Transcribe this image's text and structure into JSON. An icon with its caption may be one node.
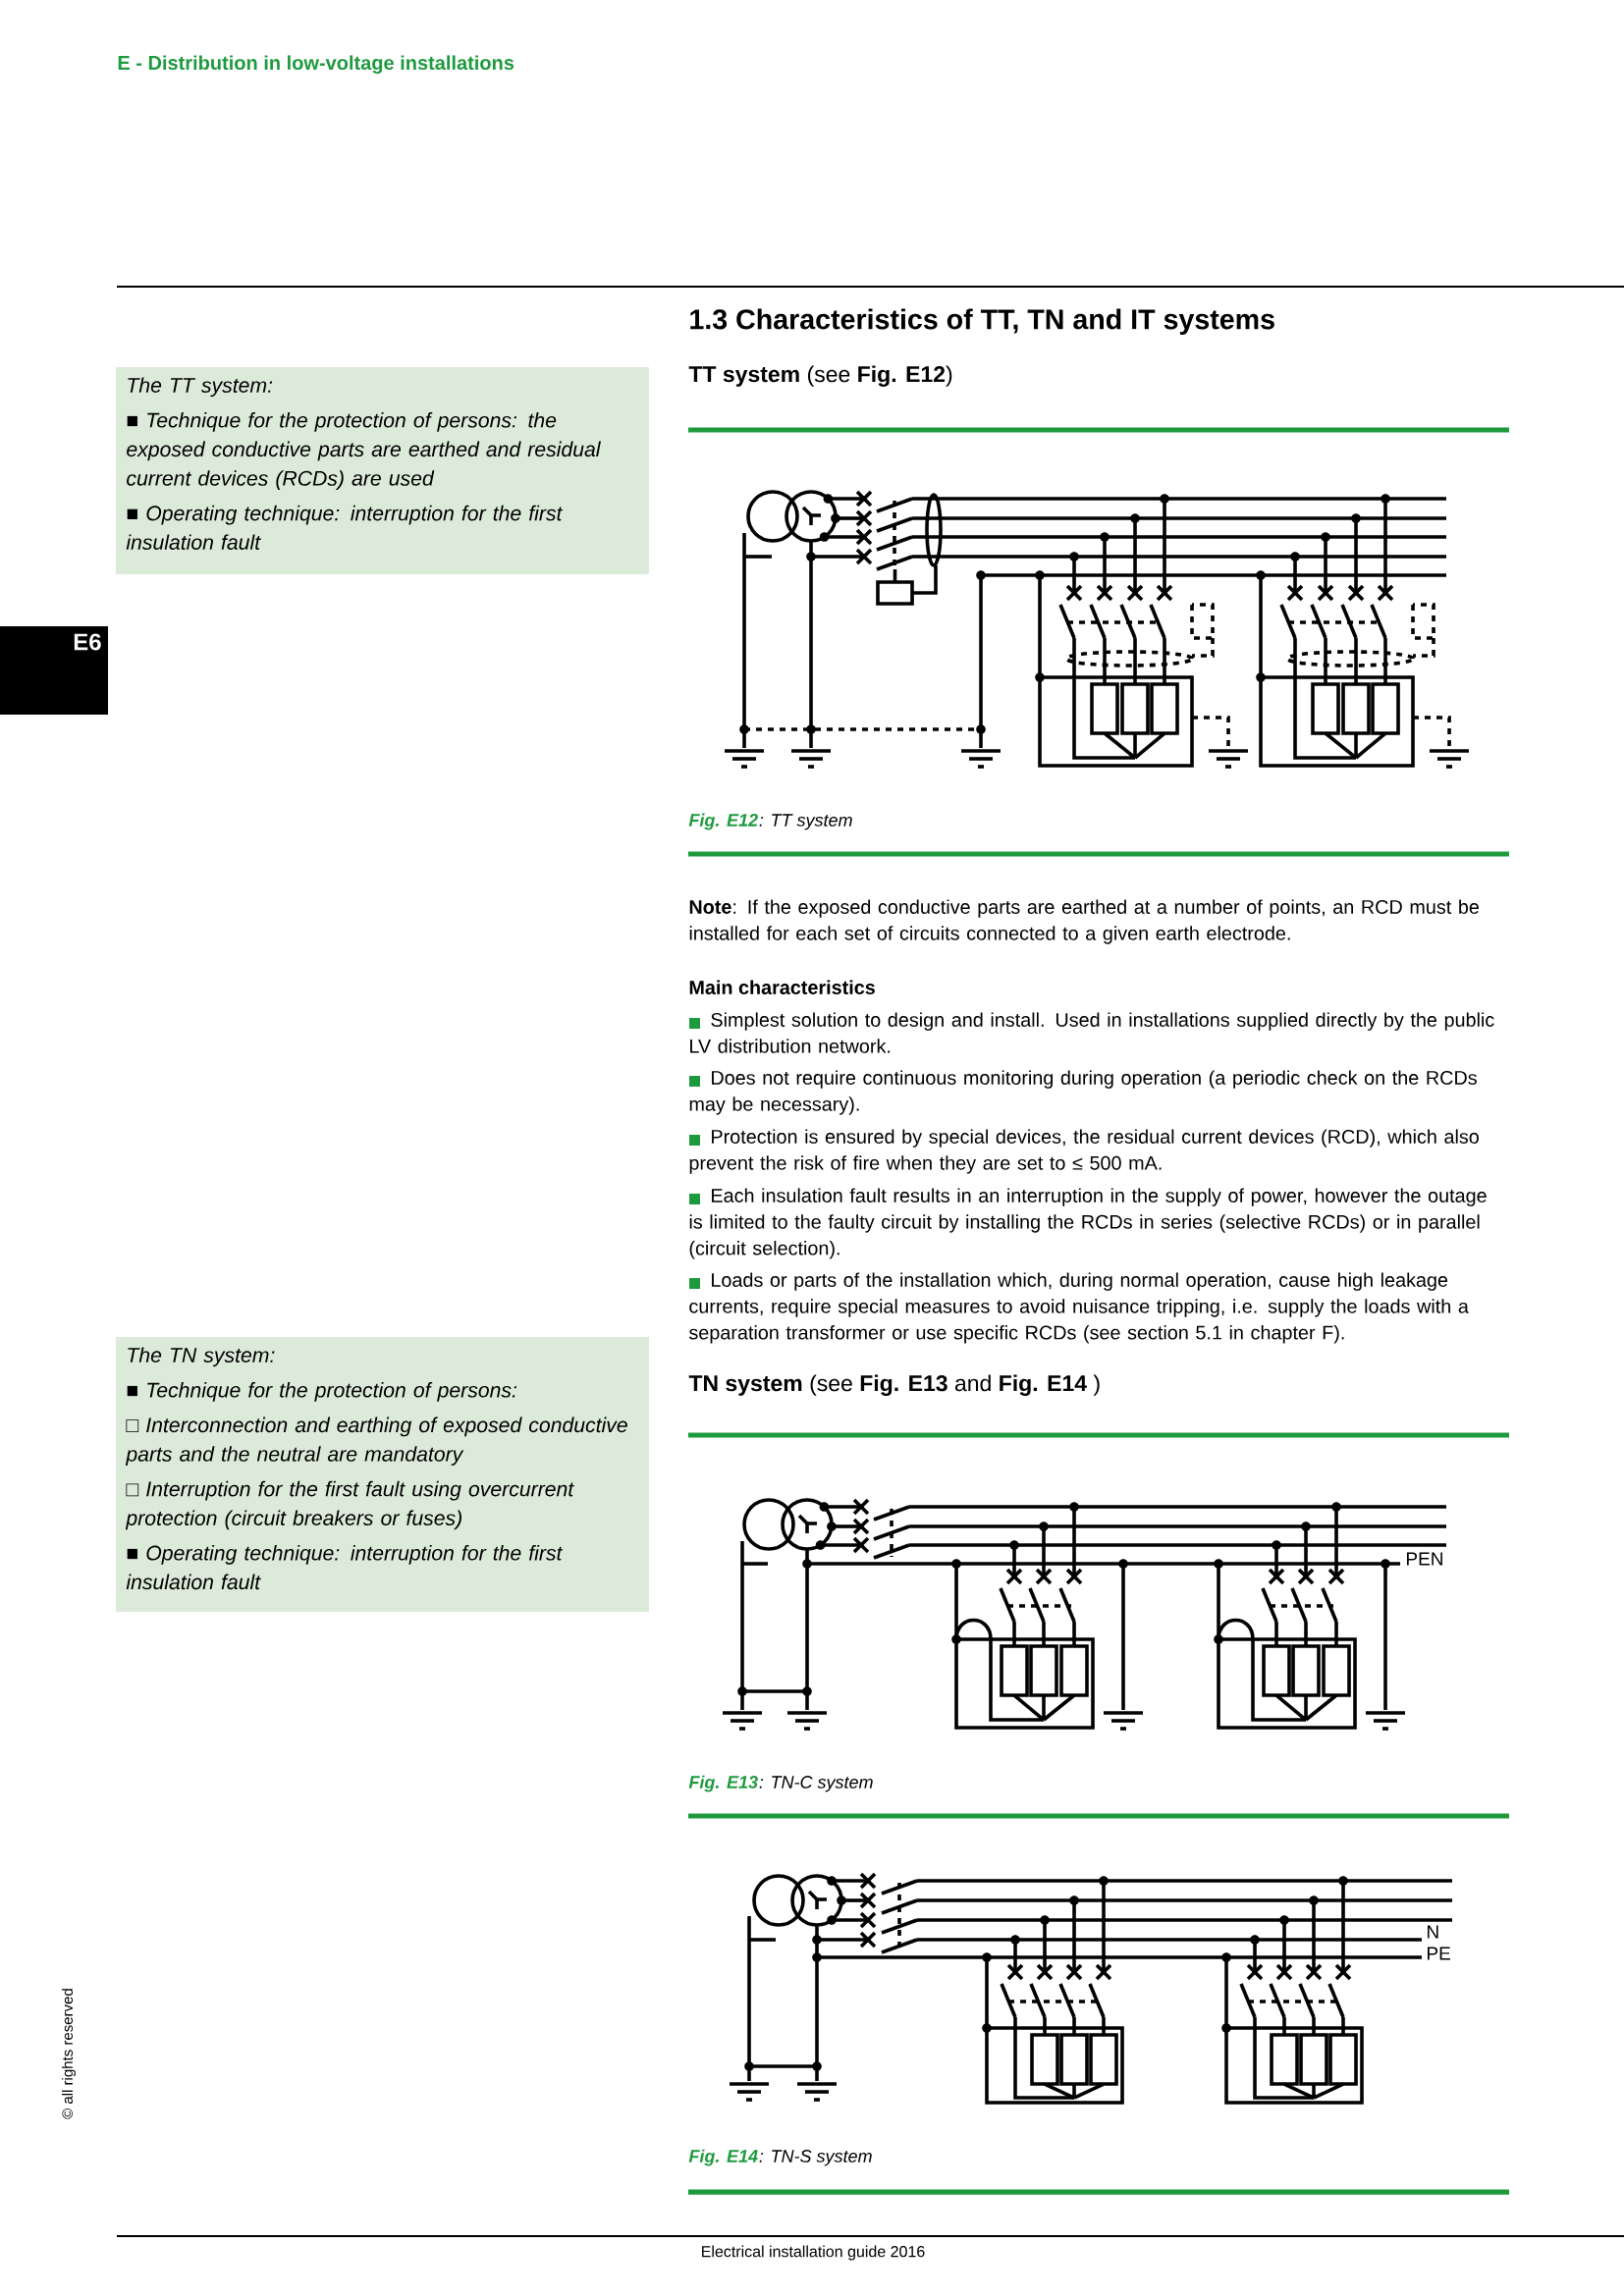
{
  "diagram": {
    "title": "1.3  Characteristics of TT, TN and IT systems",
    "nodes": [
      {
        "text": [
          "The TT system:",
          "■ Technique for the protection of persons: the exposed conductive parts are earthed and residual current devices (RCDs) are used",
          "■ Operating technique: interruption for the first insulation fault"
        ]
      },
      {
        "text": [
          "The TN system:",
          "■ Technique for the protection of persons:",
          "□ Interconnection and earthing of exposed conductive parts and the neutral are mandatory",
          "□ Interruption for the first fault using overcurrent protection (circuit breakers or fuses)",
          "■ Operating technique: interruption for the first insulation fault"
        ]
      }
    ],
    "labels": [
      "E - Distribution in low-voltage installations",
      "E6",
      "**TT system** (see **Fig. E12**)",
      "Fig. E12",
      ": TT system",
      "**Note**: If the exposed conductive parts are earthed at a number of points, an RCD must be installed for each set of circuits connected to a given earth electrode.",
      "Main characteristics",
      "Simplest solution to design and install. Used in installations supplied directly by the public LV distribution network.",
      "Does not require continuous monitoring during operation (a periodic check on the RCDs may be necessary).",
      "Protection is ensured by special devices, the residual current devices (RCD), which also prevent the risk of fire when they are set to ≤ 500 mA.",
      "Each insulation fault results in an interruption in the supply of power, however the outage is limited to the faulty circuit by installing the RCDs in series (selective RCDs) or in parallel (circuit selection).",
      "Loads or parts of the installation which, during normal operation, cause high leakage currents, require special measures to avoid nuisance tripping, i.e. supply the loads with a separation transformer or use specific RCDs (see section 5.1 in chapter F).",
      "**TN system** (see **Fig. E13** and **Fig. E14** )",
      "PEN",
      "Fig. E13",
      ": TN-C system",
      "N",
      "PE",
      "Fig. E14",
      ": TN-S system",
      "Electrical installation guide 2016",
      "© all rights reserved"
    ]
  }
}
